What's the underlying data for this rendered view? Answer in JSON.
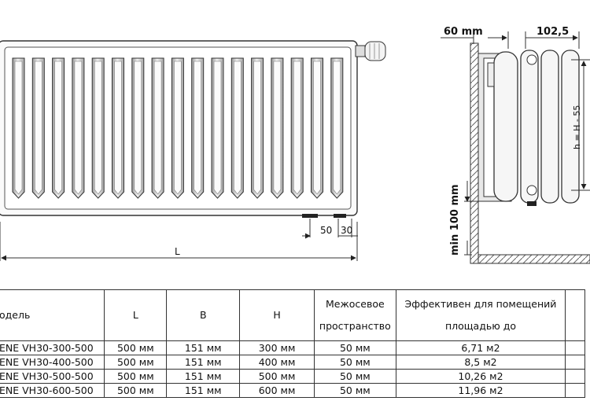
{
  "dimensions": {
    "offset_wall": "60 mm",
    "depth": "102,5",
    "height_label": "h = H - 55",
    "floor_min": "min 100 mm",
    "length": "L",
    "pipe_spacing": "50",
    "pipe_edge": "30"
  },
  "table": {
    "headers": {
      "model": "одель",
      "L": "L",
      "B": "B",
      "H": "H",
      "spacing_1": "Межосевое",
      "spacing_2": "пространство",
      "effective_1": "Эффективен для помещений",
      "effective_2": "площадью до"
    },
    "rows": [
      {
        "model": "ENE VH30-300-500",
        "L": "500 мм",
        "B": "151 мм",
        "H": "300 мм",
        "spacing": "50 мм",
        "area": "6,71 м2"
      },
      {
        "model": "ENE VH30-400-500",
        "L": "500 мм",
        "B": "151 мм",
        "H": "400 мм",
        "spacing": "50 мм",
        "area": "8,5 м2"
      },
      {
        "model": "ENE VH30-500-500",
        "L": "500 мм",
        "B": "151 мм",
        "H": "500 мм",
        "spacing": "50 мм",
        "area": "10,26 м2"
      },
      {
        "model": "ENE VH30-600-500",
        "L": "500 мм",
        "B": "151 мм",
        "H": "600 мм",
        "spacing": "50 мм",
        "area": "11,96 м2"
      }
    ]
  },
  "colors": {
    "line": "#333333",
    "fin": "#b8b8b8",
    "fin_light": "#e6e6e6",
    "hatch": "#666666",
    "pipe": "#222222"
  }
}
